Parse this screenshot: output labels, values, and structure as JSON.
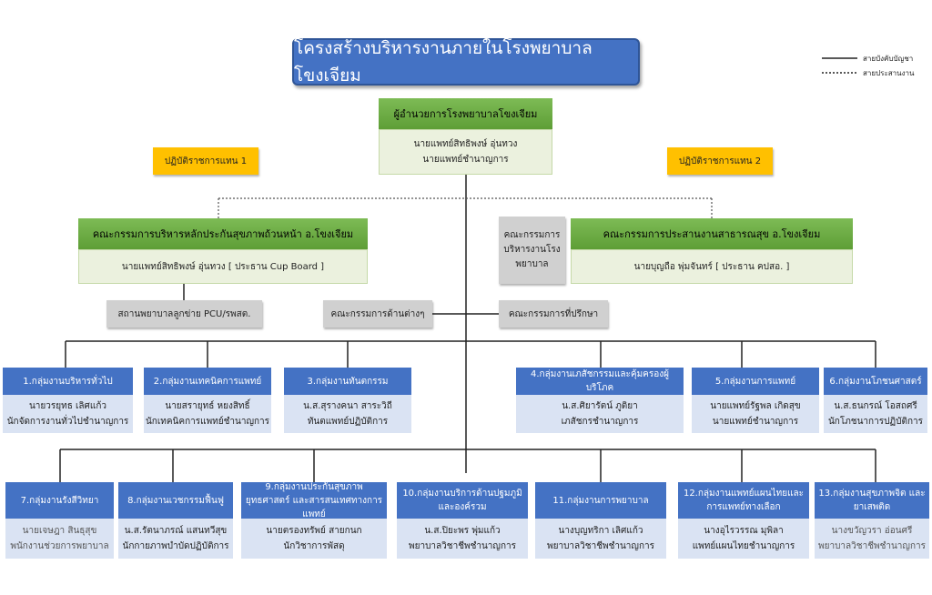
{
  "title": "โครงสร้างบริหารงานภายในโรงพยาบาลโขงเจียม",
  "legend": {
    "solid": "สายบังคับบัญชา",
    "dotted": "สายประสานงาน"
  },
  "director": {
    "title": "ผู้อำนวยการโรงพยาบาลโขงเจียม",
    "name": "นายแพทย์สิทธิพงษ์ อุ่นทวง",
    "position": "นายแพทย์ชำนาญการ"
  },
  "deputy1": "ปฏิบัติราชการแทน 1",
  "deputy2": "ปฏิบัติราชการแทน 2",
  "committee_left": {
    "title": "คณะกรรมการบริหารหลักประกันสุขภาพถ้วนหน้า อ.โขงเจียม",
    "body": "นายแพทย์สิทธิพงษ์ อุ่นทวง [ ประธาน Cup Board ]"
  },
  "committee_center": "คณะกรรมการบริหารงานโรงพยาบาล",
  "committee_right": {
    "title": "คณะกรรมการประสานงานสาธารณสุข อ.โขงเจียม",
    "body": "นายบุญถือ พุ่มจันทร์ [ ประธาน คปสอ. ]"
  },
  "pcu": "สถานพยาบาลลูกข่าย PCU/รพสต.",
  "committees_various": "คณะกรรมการด้านต่างๆ",
  "advisors": "คณะกรรมการที่ปรึกษา",
  "groups_row1": [
    {
      "title": "1.กลุ่มงานบริหารทั่วไป",
      "name": "นายวรยุทธ เลิศแก้ว",
      "position": "นักจัดการงานทั่วไปชำนาญการ"
    },
    {
      "title": "2.กลุ่มงานเทคนิคการแพทย์",
      "name": "นายสรายุทธ์ หยงสิทธิ์",
      "position": "นักเทคนิคการแพทย์ชำนาญการ"
    },
    {
      "title": "3.กลุ่มงานทันตกรรม",
      "name": "น.ส.สุรางคนา สาระวิถี",
      "position": "ทันตแพทย์ปฏิบัติการ"
    },
    {
      "title": "4.กลุ่มงานเภสัชกรรมและคุ้มครองผู้บริโภค",
      "name": "น.ส.ศิยารัตน์ ภูติยา",
      "position": "เภสัชกรชำนาญการ"
    },
    {
      "title": "5.กลุ่มงานการแพทย์",
      "name": "นายแพทย์รัฐพล เกิดสุข",
      "position": "นายแพทย์ชำนาญการ"
    },
    {
      "title": "6.กลุ่มงานโภชนศาสตร์",
      "name": "น.ส.ธนกรณ์ โอสถศรี",
      "position": "นักโภชนาการปฏิบัติการ"
    }
  ],
  "groups_row2": [
    {
      "title": "7.กลุ่มงานรังสีวิทยา",
      "name": "นายเจษฎา สินธุสุข",
      "position": "พนักงานช่วยการพยาบาล"
    },
    {
      "title": "8.กลุ่มงานเวชกรรมฟื้นฟู",
      "name": "น.ส.รัตนาภรณ์ แสนทวีสุข",
      "position": "นักกายภาพบำบัดปฏิบัติการ"
    },
    {
      "title": "9.กลุ่มงานประกันสุขภาพยุทธศาสตร์ และสารสนเทศทางการแพทย์",
      "name": "นายตรองทรัพย์ สายกนก",
      "position": "นักวิชาการพัสดุ"
    },
    {
      "title": "10.กลุ่มงานบริการด้านปฐมภูมิ และองค์รวม",
      "name": "น.ส.ปิยะพร พุ่มแก้ว",
      "position": "พยาบาลวิชาชีพชำนาญการ"
    },
    {
      "title": "11.กลุ่มงานการพยาบาล",
      "name": "นางบุญทริกา เลิศแก้ว",
      "position": "พยาบาลวิชาชีพชำนาญการ"
    },
    {
      "title": "12.กลุ่มงานแพทย์แผนไทยและ การแพทย์ทางเลือก",
      "name": "นางอุไรวรรณ มุพิลา",
      "position": "แพทย์แผนไทยชำนาญการ"
    },
    {
      "title": "13.กลุ่มงานสุขภาพจิต และยาเสพติด",
      "name": "นางขวัญวรา อ่อนศรี",
      "position": "พยาบาลวิชาชีพชำนาญการ"
    }
  ]
}
